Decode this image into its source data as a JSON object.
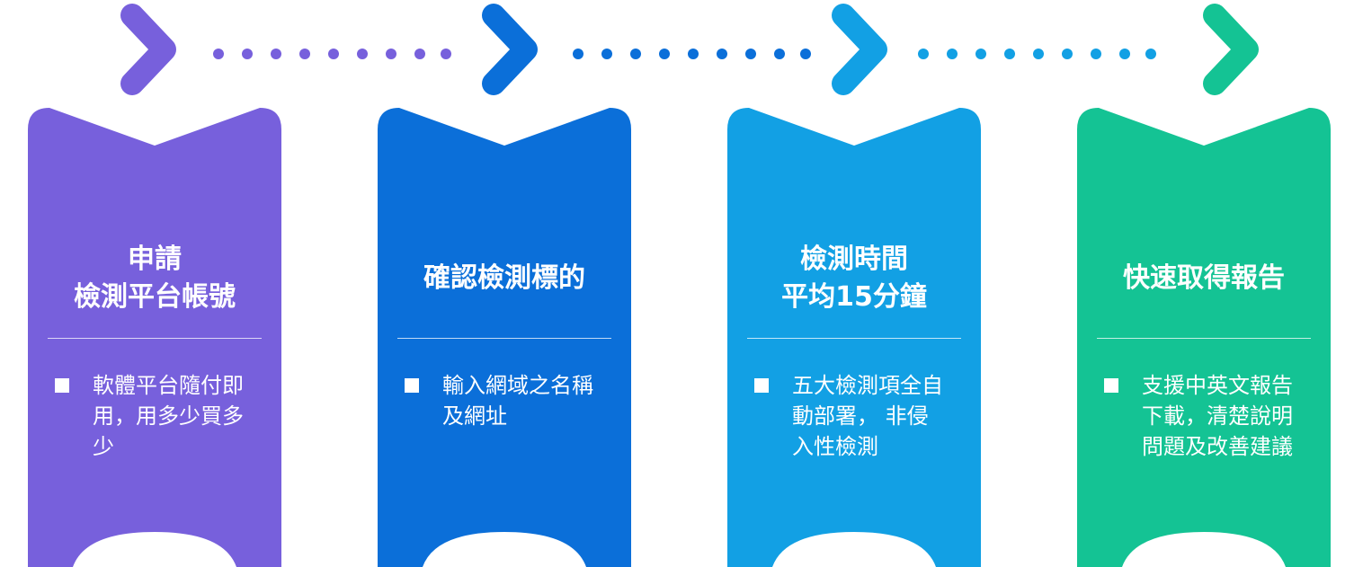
{
  "colors": {
    "step1": "#7760dc",
    "step2": "#0b6fd9",
    "step3": "#12a0e4",
    "step4": "#14c394"
  },
  "steps": [
    {
      "title_lines": [
        "申請",
        "檢測平台帳號"
      ],
      "bullet": "軟體平台隨付即用，用多少買多少"
    },
    {
      "title_lines": [
        "確認檢測標的"
      ],
      "bullet": "輸入網域之名稱及網址"
    },
    {
      "title_lines": [
        "檢測時間",
        "平均15分鐘"
      ],
      "bullet": "五大檢測項全自動部署， 非侵入性檢測"
    },
    {
      "title_lines": [
        "快速取得報告"
      ],
      "bullet": "支援中英文報告下載，清楚說明問題及改善建議"
    }
  ]
}
